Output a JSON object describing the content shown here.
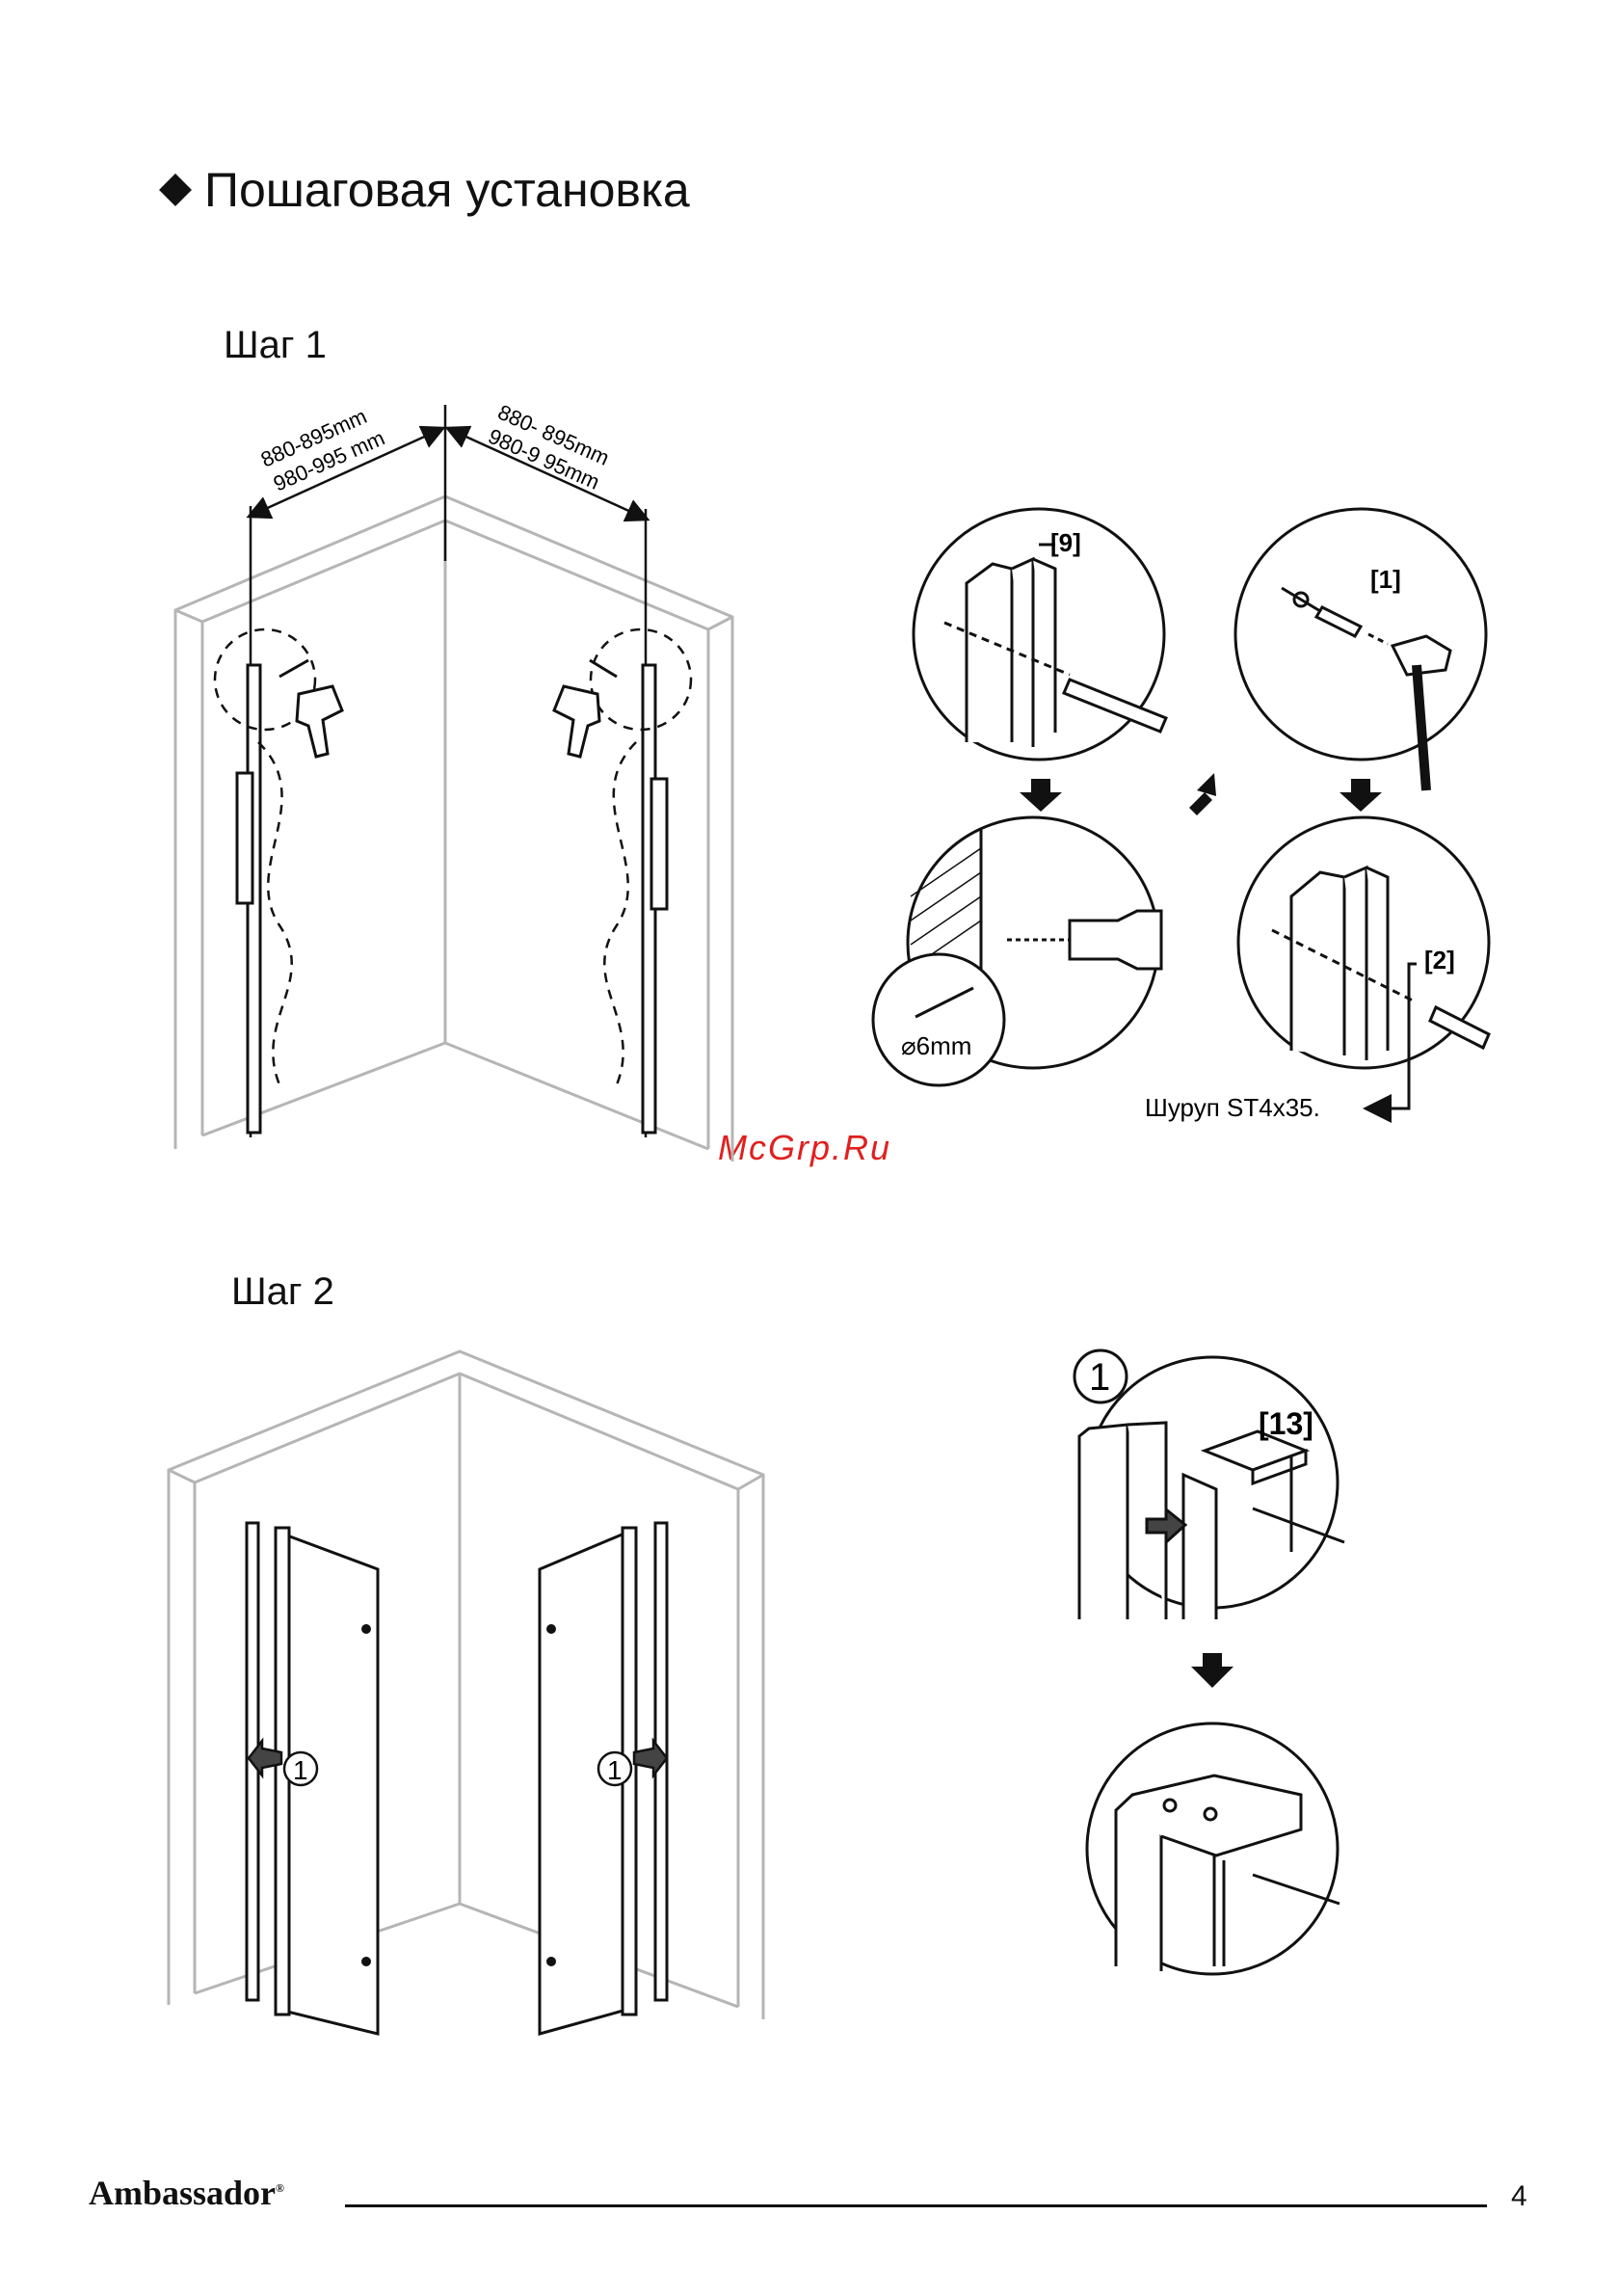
{
  "page": {
    "title": "Пошаговая установка",
    "watermark": "McGrp.Ru",
    "page_number": "4",
    "brand": "Ambassador",
    "brand_mark": "®"
  },
  "step1": {
    "label": "Шаг 1",
    "dim_left_1": "880-895mm",
    "dim_left_2": "980-995 mm",
    "dim_right_1": "880- 895mm",
    "dim_right_2": "980-9 95mm",
    "callout_profile": "[9]",
    "callout_anchor": "[1]",
    "callout_screw": "[2]",
    "drill_size": "6mm",
    "screw_note": "Шуруп ST4x35."
  },
  "step2": {
    "label": "Шаг 2",
    "marker_1": "1",
    "callout_hinge": "[13]"
  },
  "colors": {
    "line": "#111111",
    "wall": "#b5b5b5",
    "watermark": "#e0201e"
  }
}
